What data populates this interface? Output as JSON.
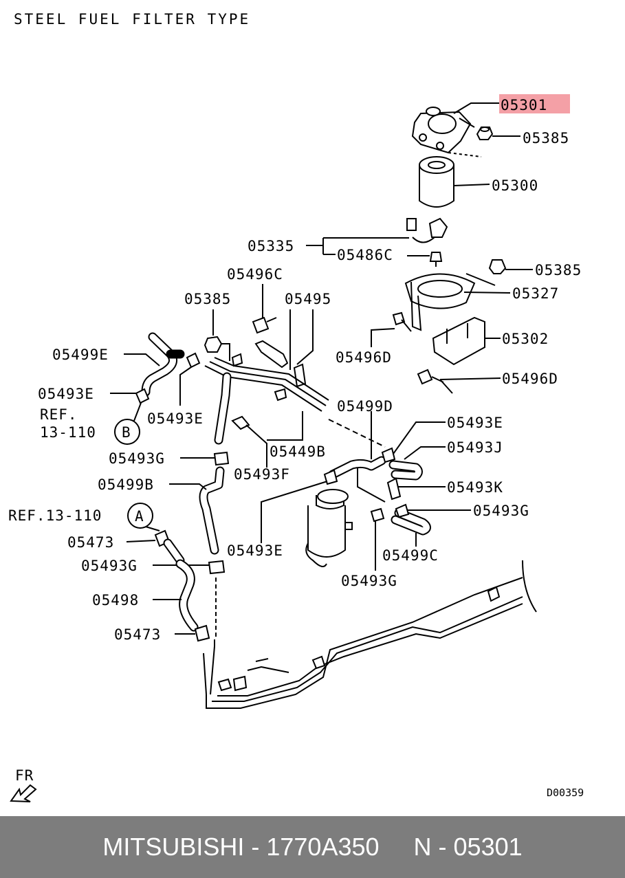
{
  "title": "STEEL FUEL FILTER TYPE",
  "highlight_color": "#f4a0a6",
  "footer_bg": "#7d7d7d",
  "footer": {
    "brand": "MITSUBISHI",
    "part_number": "1770A350",
    "ref": "N - 05301",
    "text": "MITSUBISHI - 1770A350     N - 05301"
  },
  "diagram_code": "D00359",
  "direction_label": "FR",
  "refs": {
    "b": {
      "line1": "REF.",
      "line2": "13-110",
      "letter": "B"
    },
    "a": {
      "text": "REF.13-110",
      "letter": "A"
    }
  },
  "labels": {
    "p05301": "05301",
    "p05385_top": "05385",
    "p05300": "05300",
    "p05335": "05335",
    "p05486c": "05486C",
    "p05385_mid": "05385",
    "p05327": "05327",
    "p05496c": "05496C",
    "p05495": "05495",
    "p05385_left": "05385",
    "p05302": "05302",
    "p05496d_a": "05496D",
    "p05496d_b": "05496D",
    "p05499e": "05499E",
    "p05493e_a": "05493E",
    "p05493e_b": "05493E",
    "p05499d": "05499D",
    "p05493e_c": "05493E",
    "p05449b": "05449B",
    "p05493j": "05493J",
    "p05493g_a": "05493G",
    "p05493f": "05493F",
    "p05493k": "05493K",
    "p05499b": "05499B",
    "p05493g_b": "05493G",
    "p05473_a": "05473",
    "p05493e_d": "05493E",
    "p05499c": "05499C",
    "p05493g_c": "05493G",
    "p05493g_d": "05493G",
    "p05498": "05498",
    "p05473_b": "05473"
  }
}
